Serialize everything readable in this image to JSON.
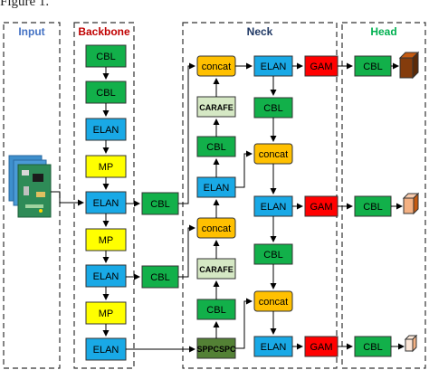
{
  "caption_fragment": "Figure 1.",
  "sections": {
    "input": "Input",
    "backbone": "Backbone",
    "neck": "Neck",
    "head": "Head"
  },
  "blocks": {
    "b1": "CBL",
    "b2": "CBL",
    "b3": "ELAN",
    "b4": "MP",
    "b5": "ELAN",
    "b6": "MP",
    "b7": "ELAN",
    "b8": "MP",
    "b9": "ELAN",
    "side1": "CBL",
    "side2": "CBL",
    "n_concat1": "concat",
    "n_carafe1": "CARAFE",
    "n_cbl1": "CBL",
    "n_elan1": "ELAN",
    "n_concat2": "concat",
    "n_carafe2": "CARAFE",
    "n_cbl2": "CBL",
    "n_spp": "SPPCSPC",
    "r_elan1": "ELAN",
    "r_cbl1": "CBL",
    "r_concat1": "concat",
    "r_elan2": "ELAN",
    "r_cbl2": "CBL",
    "r_concat2": "concat",
    "r_elan3": "ELAN",
    "gam1": "GAM",
    "gam2": "GAM",
    "gam3": "GAM",
    "h_cbl1": "CBL",
    "h_cbl2": "CBL",
    "h_cbl3": "CBL"
  },
  "colors": {
    "cbl": "#12b04a",
    "elan": "#19a9e6",
    "mp": "#ffff00",
    "concat": "#ffc000",
    "carafe": "#d5e8c4",
    "spp": "#538135",
    "gam": "#ff0000",
    "input_title": "#4472c4",
    "backbone_title": "#c00000",
    "neck_title": "#1f3864",
    "head_title": "#00b050",
    "cube": "#c55a11"
  }
}
